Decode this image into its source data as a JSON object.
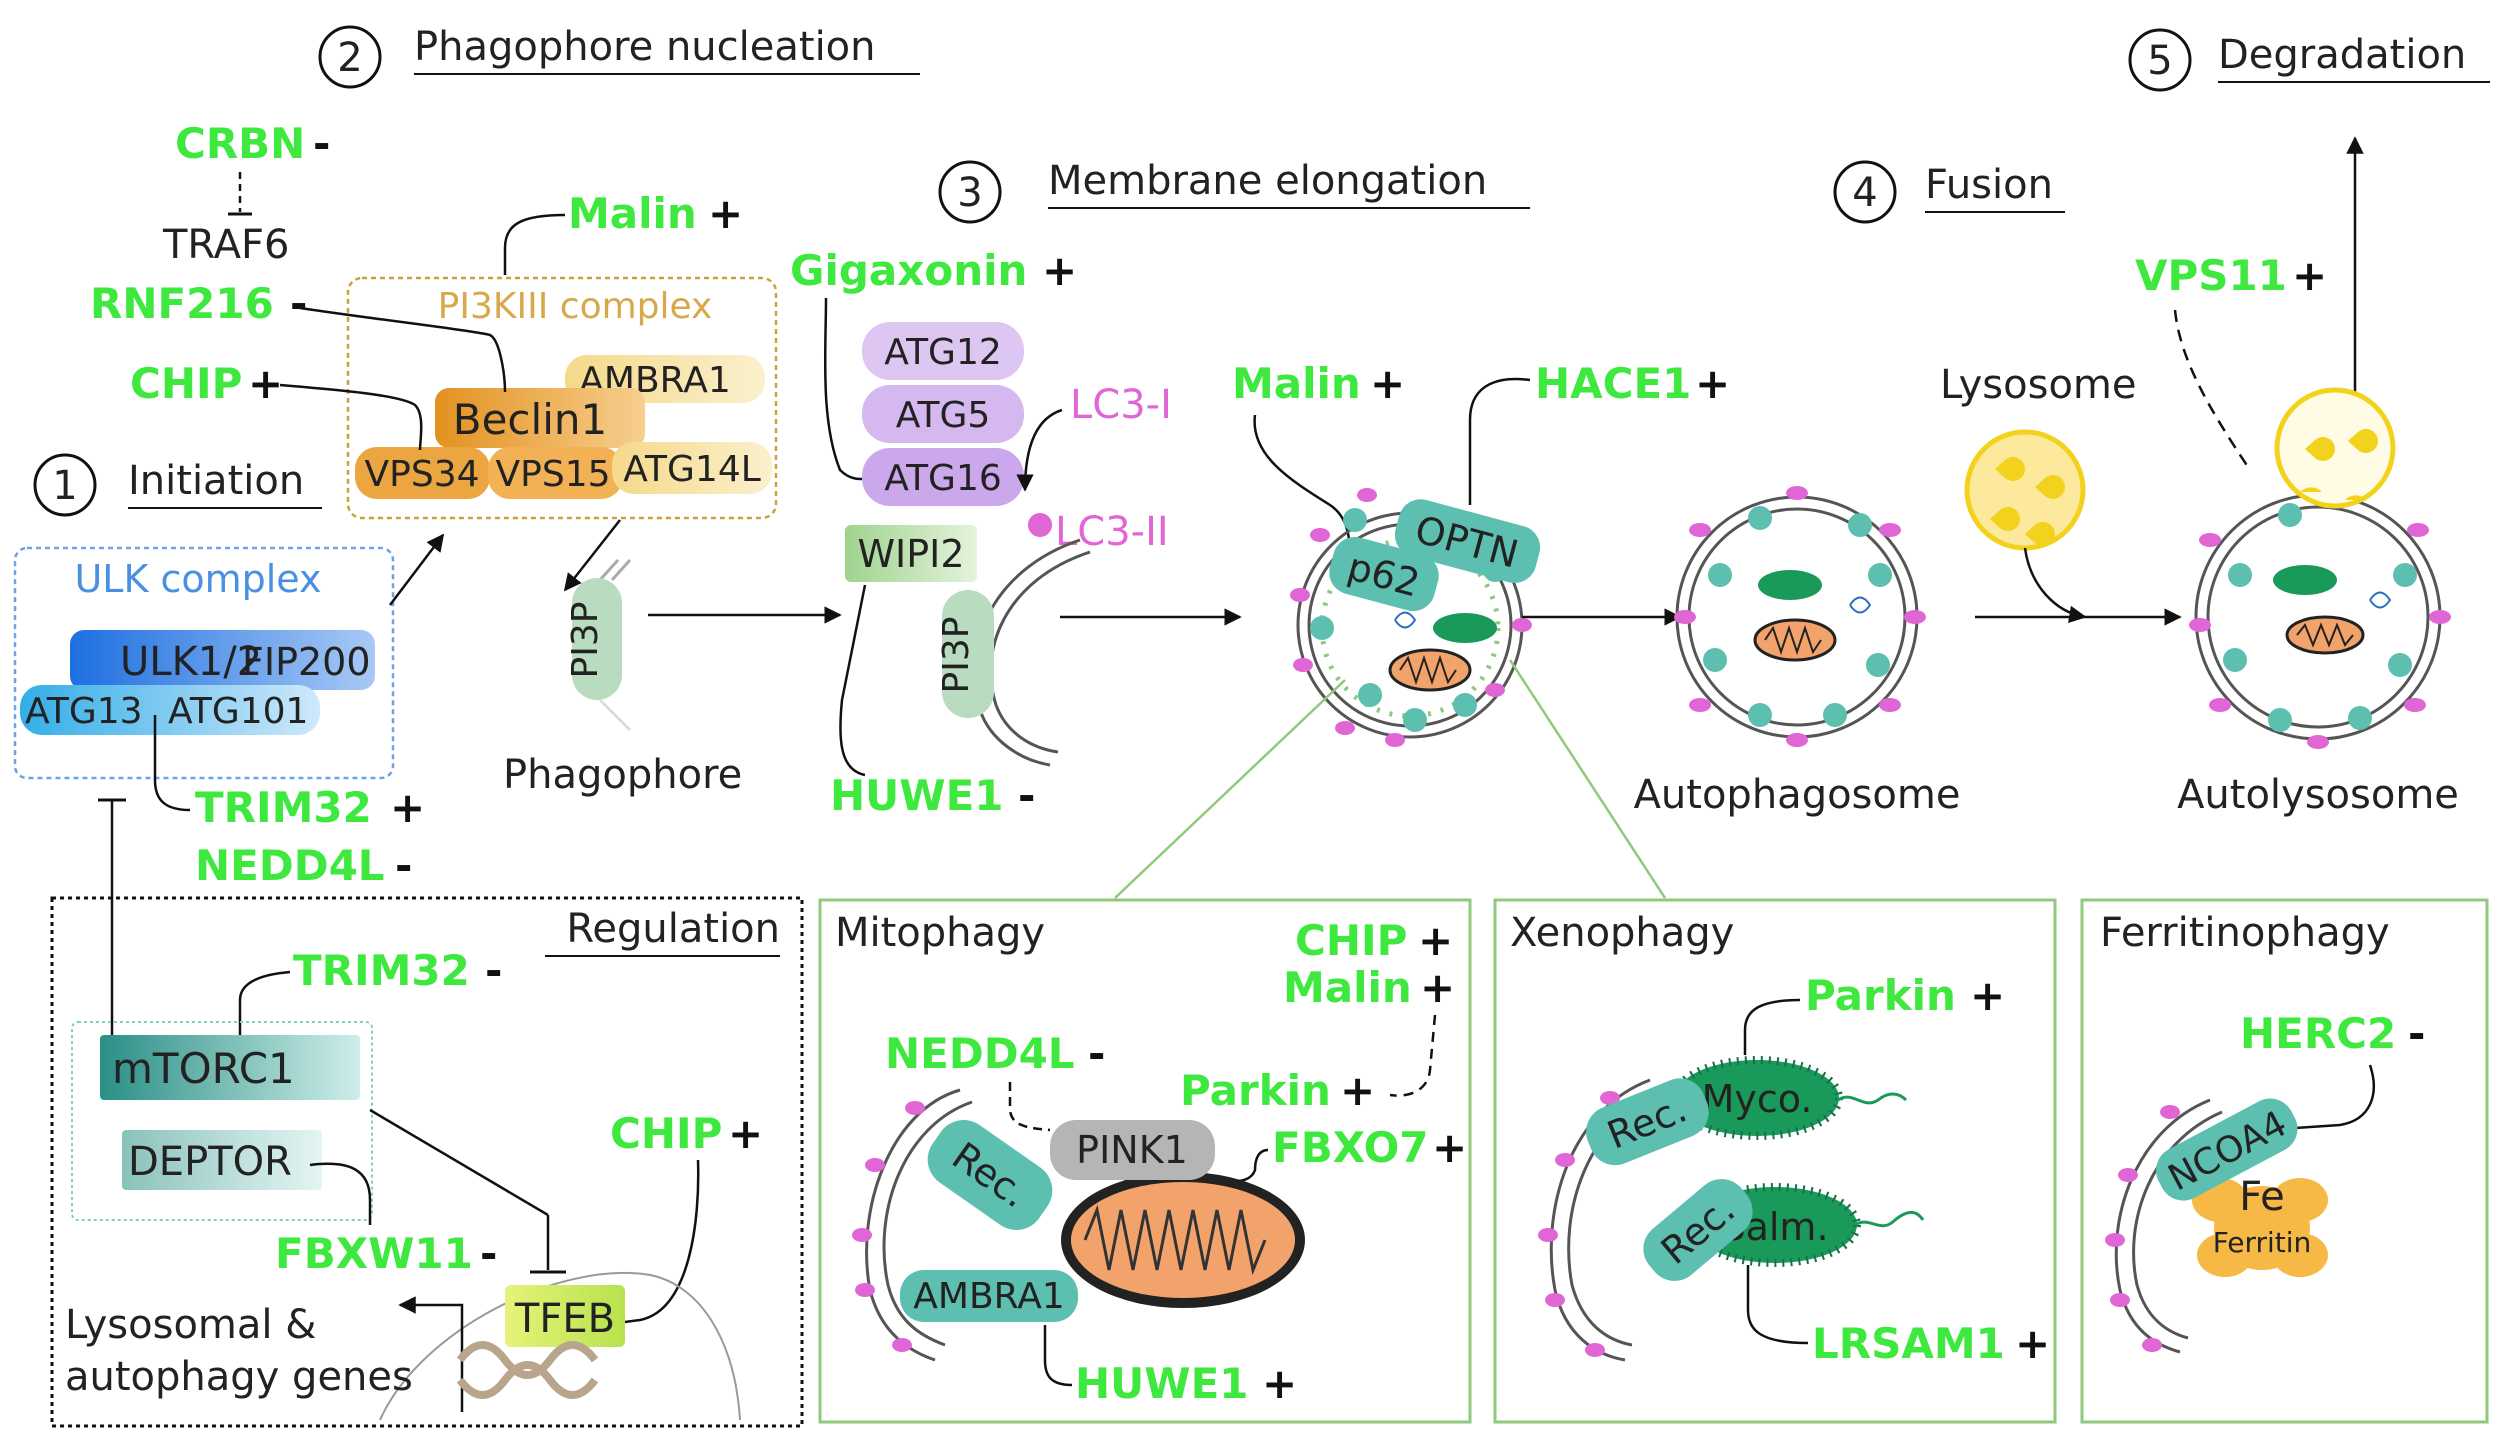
{
  "steps": {
    "s1": {
      "num": "1",
      "label": "Initiation"
    },
    "s2": {
      "num": "2",
      "label": "Phagophore nucleation"
    },
    "s3": {
      "num": "3",
      "label": "Membrane elongation"
    },
    "s4": {
      "num": "4",
      "label": "Fusion"
    },
    "s5": {
      "num": "5",
      "label": "Degradation"
    }
  },
  "ulk": {
    "title": "ULK complex",
    "ulk12": "ULK1/2",
    "fip200": "FIP200",
    "atg13": "ATG13",
    "atg101": "ATG101"
  },
  "pi3k": {
    "title": "PI3KIII complex",
    "beclin": "Beclin1",
    "ambra": "AMBRA1",
    "vps34": "VPS34",
    "vps15": "VPS15",
    "atg14l": "ATG14L"
  },
  "regulators": {
    "crbn": "CRBN",
    "crbn_sign": "-",
    "traf6": "TRAF6",
    "rnf216": "RNF216",
    "rnf216_sign": "-",
    "chip1": "CHIP",
    "chip1_sign": "+",
    "malin1": "Malin",
    "malin1_sign": "+",
    "trim32a": "TRIM32",
    "trim32a_sign": "+",
    "nedd4l_a": "NEDD4L",
    "nedd4l_a_sign": "-",
    "gigaxonin": "Gigaxonin",
    "gigaxonin_sign": "+",
    "huwe1a": "HUWE1",
    "huwe1a_sign": "-",
    "malin2": "Malin",
    "malin2_sign": "+",
    "hace1": "HACE1",
    "hace1_sign": "+",
    "vps11": "VPS11",
    "vps11_sign": "+"
  },
  "elongation": {
    "atg12": "ATG12",
    "atg5": "ATG5",
    "atg16": "ATG16",
    "lc3i": "LC3-I",
    "lc3ii": "LC3-II",
    "wipi2": "WIPI2",
    "pi3p": "PI3P"
  },
  "phagophore": {
    "pi3p": "PI3P",
    "label": "Phagophore"
  },
  "autophagosome_stage": {
    "p62": "p62",
    "optn": "OPTN"
  },
  "autophagosome": {
    "label": "Autophagosome"
  },
  "lysosome": {
    "label": "Lysosome"
  },
  "autolysosome": {
    "label": "Autolysosome"
  },
  "regulation": {
    "title": "Regulation",
    "trim32": "TRIM32",
    "trim32_sign": "-",
    "mtorc1": "mTORC1",
    "deptor": "DEPTOR",
    "fbxw11": "FBXW11",
    "fbxw11_sign": "-",
    "chip": "CHIP",
    "chip_sign": "+",
    "tfeb": "TFEB",
    "genes_line1": "Lysosomal &",
    "genes_line2": "autophagy genes"
  },
  "mitophagy": {
    "title": "Mitophagy",
    "chip": "CHIP",
    "chip_sign": "+",
    "malin": "Malin",
    "malin_sign": "+",
    "nedd4l": "NEDD4L",
    "nedd4l_sign": "-",
    "parkin": "Parkin",
    "parkin_sign": "+",
    "pink1": "PINK1",
    "fbxo7": "FBXO7",
    "fbxo7_sign": "+",
    "rec": "Rec.",
    "ambra1": "AMBRA1",
    "huwe1": "HUWE1",
    "huwe1_sign": "+"
  },
  "xenophagy": {
    "title": "Xenophagy",
    "parkin": "Parkin",
    "parkin_sign": "+",
    "rec1": "Rec.",
    "myco": "Myco.",
    "rec2": "Rec.",
    "salm": "Salm.",
    "lrsam1": "LRSAM1",
    "lrsam1_sign": "+"
  },
  "ferritinophagy": {
    "title": "Ferritinophagy",
    "herc2": "HERC2",
    "herc2_sign": "-",
    "ncoa4": "NCOA4",
    "fe": "Fe",
    "ferritin": "Ferritin"
  },
  "colors": {
    "regulator_green": "#3ee83e",
    "ulk_blue": "#4a90e2",
    "pi3k_orange": "#e8a640",
    "lc3_pink": "#e066d6",
    "receptor_teal": "#5cbfb0",
    "lysosome_yellow": "#f2d21c",
    "panel_green": "#7cc46a"
  }
}
